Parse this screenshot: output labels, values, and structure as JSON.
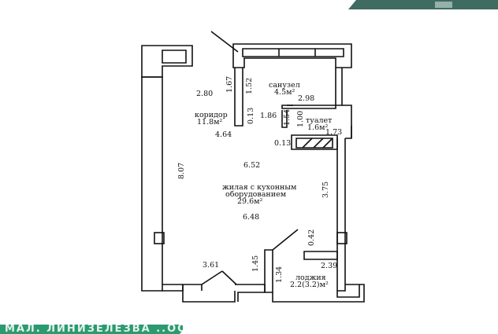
{
  "plan": {
    "rooms": {
      "sanuzel": {
        "name": "санузел",
        "area": "4.5м²"
      },
      "tualet": {
        "name": "туалет",
        "area": "1.6м²"
      },
      "koridor": {
        "name": "коридор",
        "area": "11.8м²"
      },
      "living": {
        "name_line1": "жилая с кухонным",
        "name_line2": "оборудованием",
        "area": "29.6м²"
      },
      "lodzhia": {
        "name": "лоджия",
        "area": "2.2(3.2)м²"
      }
    },
    "dimensions": {
      "d_1_67": "1.67",
      "d_1_52": "1.52",
      "d_2_80": "2.80",
      "d_2_98": "2.98",
      "d_0_13_a": "0.13",
      "d_1_86": "1.86",
      "d_1_54": "1.54",
      "d_1_00": "1.00",
      "d_1_73": "1.73",
      "d_4_64": "4.64",
      "d_0_13_b": "0.13",
      "d_6_52": "6.52",
      "d_8_07": "8.07",
      "d_3_75": "3.75",
      "d_6_48": "6.48",
      "d_0_42": "0.42",
      "d_2_39": "2.39",
      "d_3_61": "3.61",
      "d_1_45": "1.45",
      "d_1_34": "1.34"
    }
  },
  "banner": {
    "text": "МАЛ. ЛИНИЗЕЛЕЗВА ..ОО.."
  },
  "colors": {
    "wall": "#111111",
    "banner": "#2b9a70",
    "corner_tab": "#3f6b61"
  }
}
